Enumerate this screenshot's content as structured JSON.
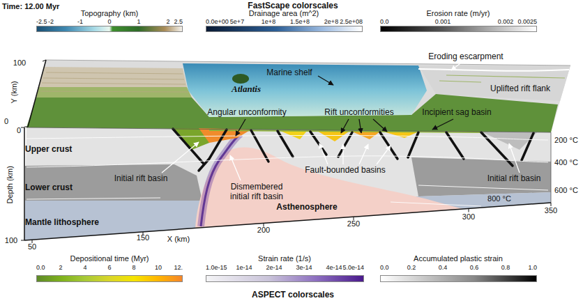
{
  "diagram": {
    "labels": [
      "Time: 12.00 Myr",
      "FastScape colorscales",
      "-2.5",
      "-2",
      "-1",
      "0",
      "1",
      "2",
      "2.5",
      "0.0e+00",
      "5e+7",
      "1e+8",
      "1.5e+8",
      "2e+8",
      "2.5e+08",
      "0.0",
      "0.001",
      "0.002",
      "0.0025",
      "Eroding escarpment",
      "Uplifted rift flank",
      "Marine shelf",
      "Atlantis",
      "Angular unconformity",
      "Rift unconformities",
      "Incipient sag basin",
      "Upper crust",
      "Initial rift basin",
      "Fault-bounded basins",
      "Initial rift basin",
      "Dismembered initial rift basin",
      "Lower crust",
      "Mantle lithosphere",
      "Asthenosphere",
      "200 °C",
      "400 °C",
      "600 °C",
      "800 °C",
      "Y (km)",
      "100",
      "0",
      "0",
      "Depth (km)",
      "100",
      "50",
      "150",
      "X (km)",
      "200",
      "250",
      "300",
      "350",
      "0.0",
      "2",
      "4",
      "6",
      "8",
      "10",
      "12.",
      "1.0e-15",
      "1e-14",
      "2e-14",
      "3e-14",
      "4e-14",
      "5.0e-14",
      "0.0",
      "0.2",
      "0.4",
      "0.6",
      "0.8",
      "1.0",
      "ASPECT colorscales"
    ],
    "legend": [
      {
        "text": "Topography (km)"
      },
      {
        "text": "Drainage area (m^2)"
      },
      {
        "text": "Erosion rate (m/yr)"
      },
      {
        "text": "Depositional time (Myr)"
      },
      {
        "text": "Strain rate (1/s)"
      },
      {
        "text": "Accumulated plastic strain"
      }
    ]
  }
}
